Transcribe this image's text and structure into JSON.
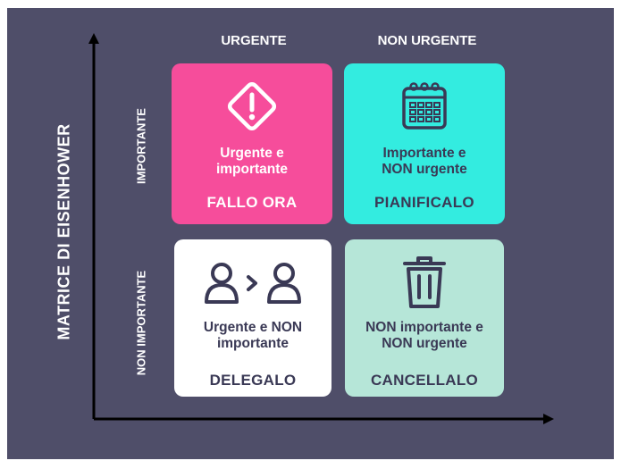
{
  "title": "MATRICE DI EISENHOWER",
  "columns": {
    "urgent": "URGENTE",
    "not_urgent": "NON URGENTE"
  },
  "rows": {
    "important": "IMPORTANTE",
    "not_important": "NON IMPORTANTE"
  },
  "quadrants": [
    {
      "desc_line1": "Urgente e",
      "desc_line2": "importante",
      "action": "FALLO ORA",
      "icon": "warning-diamond-icon",
      "color": "#f64d9b"
    },
    {
      "desc_line1": "Importante e",
      "desc_line2": "NON urgente",
      "action": "PIANIFICALO",
      "icon": "calendar-icon",
      "color": "#33ece0"
    },
    {
      "desc_line1": "Urgente e NON",
      "desc_line2": "importante",
      "action": "DELEGALO",
      "icon": "delegate-users-icon",
      "color": "#ffffff"
    },
    {
      "desc_line1": "NON importante e",
      "desc_line2": "NON urgente",
      "action": "CANCELLALO",
      "icon": "trash-icon",
      "color": "#b6e6d8"
    }
  ],
  "colors": {
    "background": "#4f4e69",
    "text_dark": "#3a3955",
    "axis": "#000000"
  }
}
